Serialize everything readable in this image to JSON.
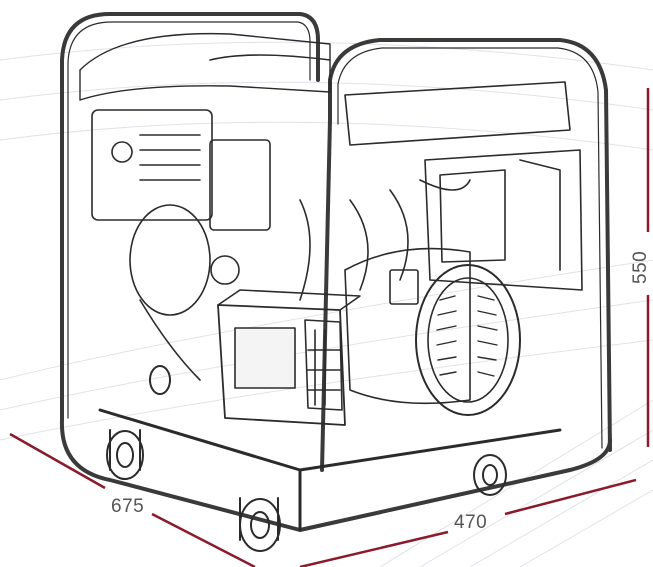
{
  "dimensions": {
    "depth": "675",
    "width": "470",
    "height": "550"
  },
  "colors": {
    "dimension_line": "#8b1a2a",
    "sketch_stroke": "#2b2b2b",
    "frame_stroke": "#3a3a3a",
    "background_grid": "#d9dde3",
    "label_text": "#555555"
  }
}
